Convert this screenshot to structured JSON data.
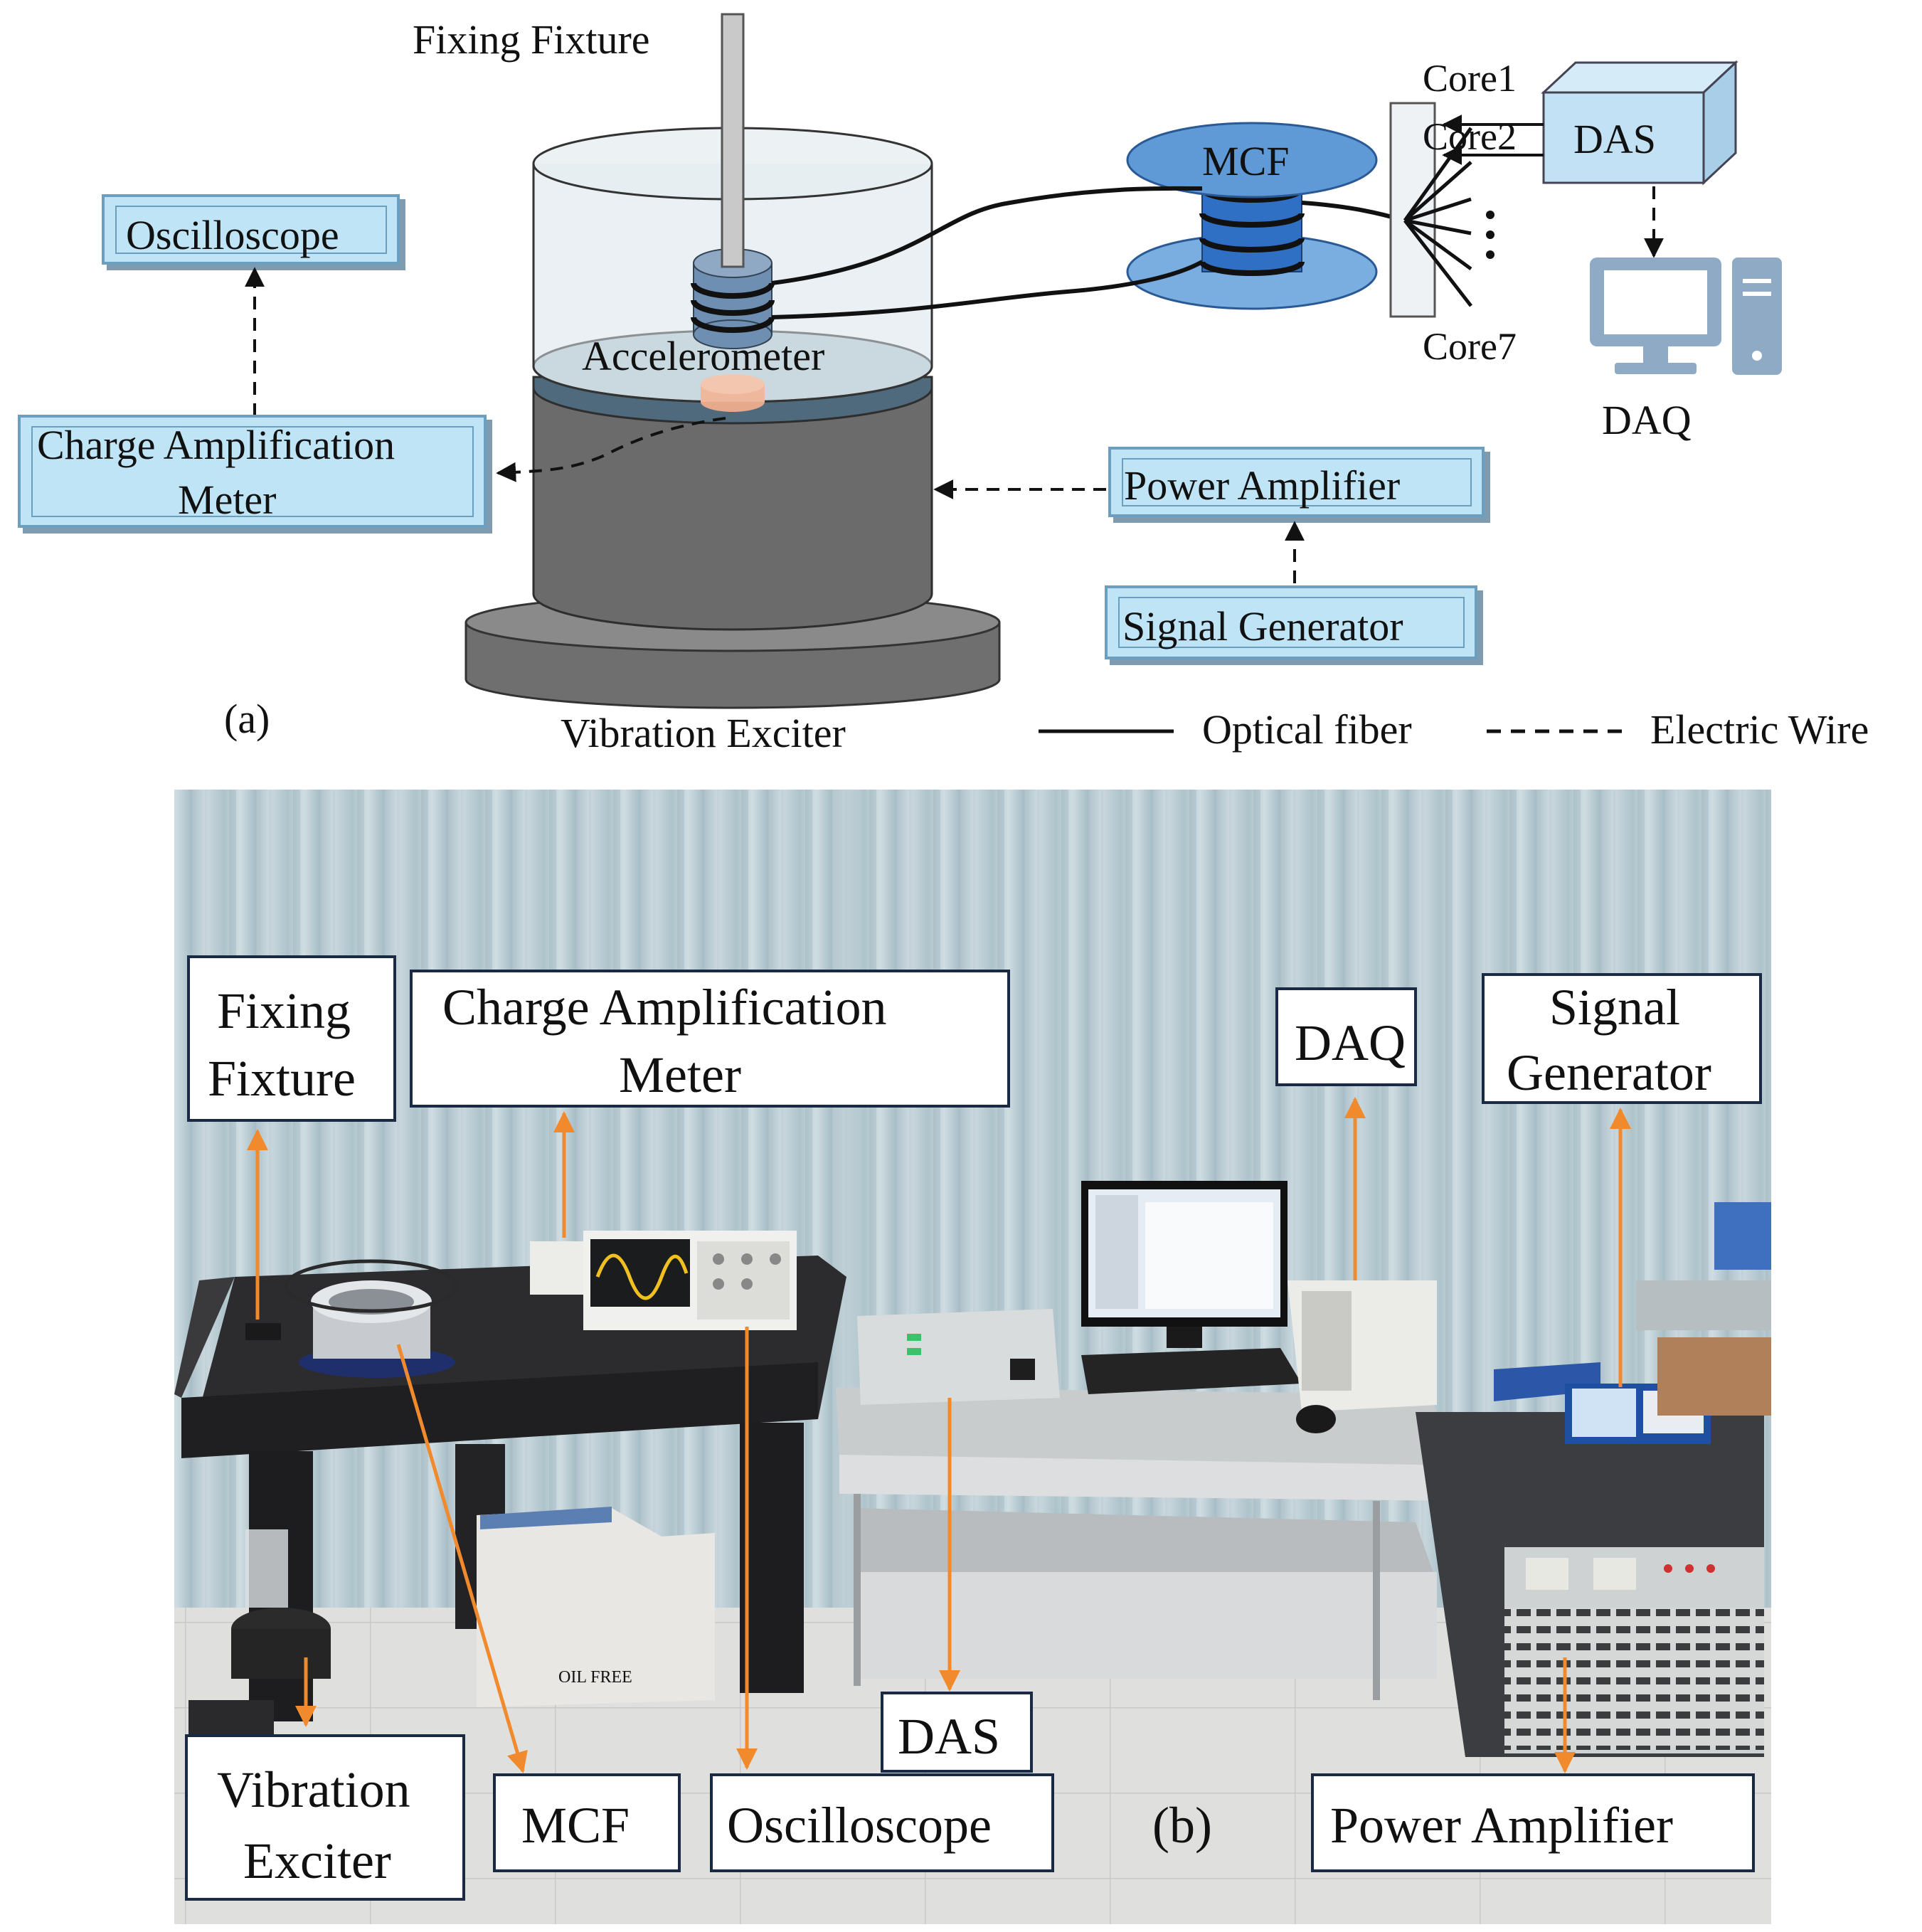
{
  "panel_a": {
    "panel_label": "(a)",
    "fixing_fixture": "Fixing Fixture",
    "accelerometer": "Accelerometer",
    "vibration_exciter": "Vibration Exciter",
    "oscilloscope": "Oscilloscope",
    "charge_amp_line1": "Charge Amplification",
    "charge_amp_line2": "Meter",
    "power_amplifier": "Power Amplifier",
    "signal_generator": "Signal Generator",
    "mcf": "MCF",
    "core1": "Core1",
    "core2": "Core2",
    "core7": "Core7",
    "das": "DAS",
    "daq": "DAQ",
    "legend_optical": "Optical fiber",
    "legend_electric": "Electric Wire"
  },
  "panel_b": {
    "panel_label": "(b)",
    "fixing_fixture_line1": "Fixing",
    "fixing_fixture_line2": "Fixture",
    "charge_amp_line1": "Charge Amplification",
    "charge_amp_line2": "Meter",
    "daq": "DAQ",
    "signal_generator_line1": "Signal",
    "signal_generator_line2": "Generator",
    "vibration_exciter_line1": "Vibration",
    "vibration_exciter_line2": "Exciter",
    "mcf": "MCF",
    "oscilloscope": "Oscilloscope",
    "das": "DAS",
    "power_amplifier": "Power Amplifier"
  },
  "colors": {
    "box_fill": "#bfe4f6",
    "box_stroke": "#6a9fc0",
    "exciter_dark": "#6b6b6b",
    "mcf_blue": "#2f6fc4",
    "arrow_orange": "#f08a2c",
    "computer_blue": "#8eaac4"
  },
  "icons": [
    "computer-icon",
    "das-box-icon",
    "fiber-spool-icon"
  ]
}
